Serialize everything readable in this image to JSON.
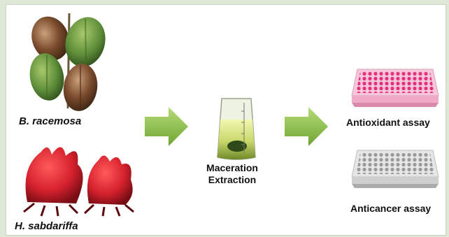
{
  "labels": {
    "b_racemosa": "B. racemosa",
    "h_sabdariffa": "H. sabdariffa",
    "maceration": "Maceration",
    "extraction": "Extraction",
    "antioxidant": "Antioxidant assay",
    "anticancer": "Anticancer assay"
  },
  "colors": {
    "arrow": "#8dc34a",
    "plate_pink": "#e86aa0",
    "plate_grey": "#b8b8b8",
    "flower_red": "#d6222e",
    "fruit_green": "#5f8f3a"
  },
  "icons": [
    "b-racemosa-fruit-icon",
    "h-sabdariffa-flower-icon",
    "extraction-flask-icon",
    "flow-arrow-icon",
    "well-plate-icon"
  ]
}
